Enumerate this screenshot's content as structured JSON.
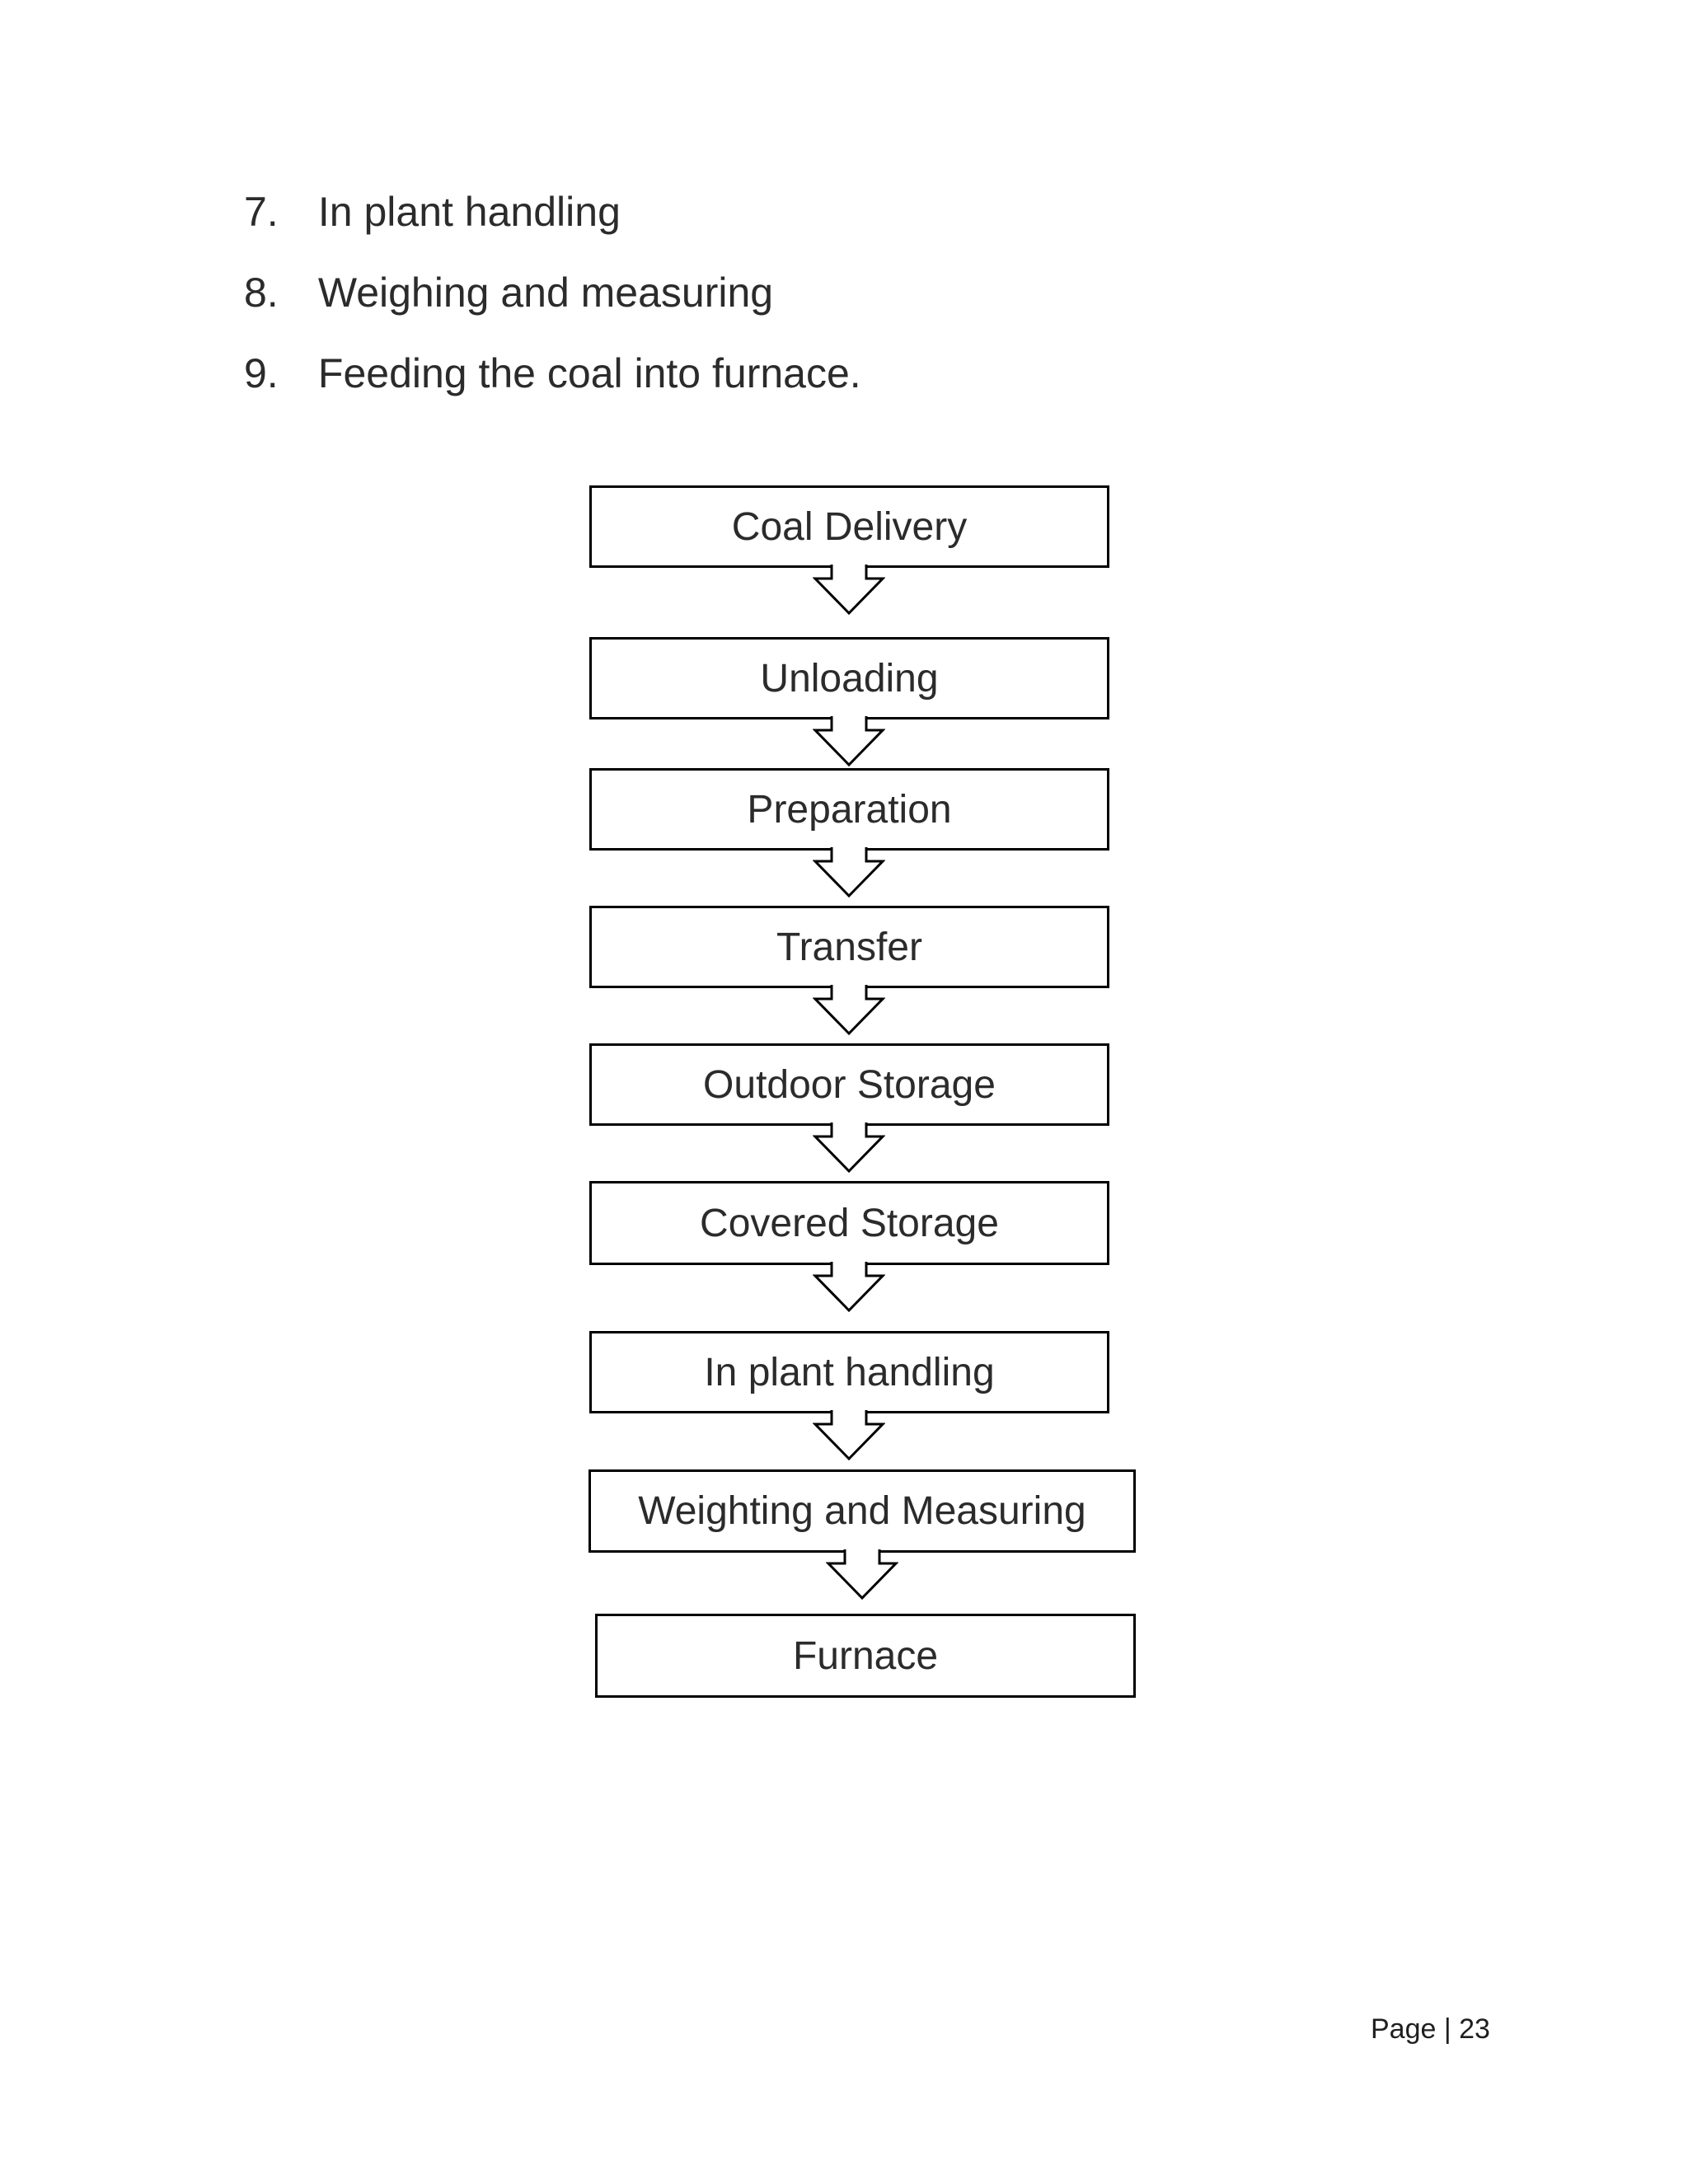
{
  "list": {
    "items": [
      {
        "number": "7.",
        "text": "In plant handling"
      },
      {
        "number": "8.",
        "text": "Weighing and measuring"
      },
      {
        "number": "9.",
        "text": "Feeding the coal into furnace."
      }
    ]
  },
  "flowchart": {
    "type": "vertical-flow",
    "connector": "hollow-down-arrow",
    "steps": [
      {
        "label": "Coal Delivery"
      },
      {
        "label": "Unloading"
      },
      {
        "label": "Preparation"
      },
      {
        "label": "Transfer"
      },
      {
        "label": "Outdoor Storage"
      },
      {
        "label": "Covered Storage"
      },
      {
        "label": "In plant handling"
      },
      {
        "label": "Weighting and Measuring"
      },
      {
        "label": "Furnace"
      }
    ]
  },
  "footer": {
    "page_label": "Page | 23"
  },
  "colors": {
    "background": "#ffffff",
    "ink": "#262626",
    "line": "#000000"
  }
}
